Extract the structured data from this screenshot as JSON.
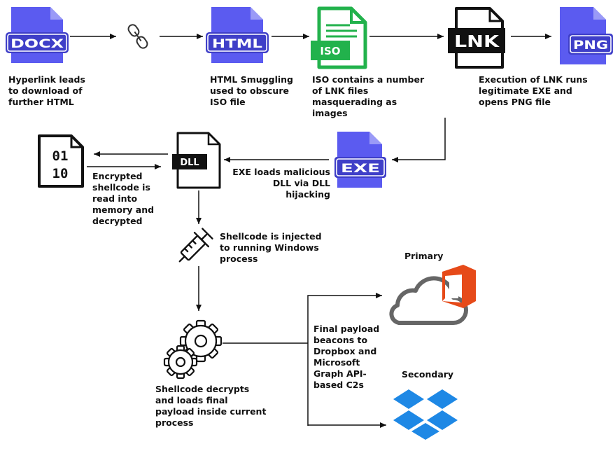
{
  "colors": {
    "file_blue": "#5b5bf0",
    "file_blue_dark": "#3f3fc8",
    "iso_green": "#22b24c",
    "office_red": "#e64a19",
    "dropbox_blue": "#1e88e5",
    "black": "#111111",
    "cloud_gray": "#666666"
  },
  "file_icons": {
    "docx": "DOCX",
    "html": "HTML",
    "iso": "ISO",
    "lnk": "LNK",
    "png": "PNG",
    "exe": "EXE",
    "dll": "DLL",
    "binary_top": "01",
    "binary_bottom": "10"
  },
  "icons": [
    "document-icon",
    "chain-link-icon",
    "binary-file-icon",
    "syringe-icon",
    "gears-icon",
    "cloud-icon",
    "office-logo-icon",
    "dropbox-logo-icon"
  ],
  "captions": {
    "docx": [
      "Hyperlink leads",
      "to download of",
      "further HTML"
    ],
    "html": [
      "HTML Smuggling",
      "used to obscure",
      "ISO file"
    ],
    "iso": [
      "ISO contains a number",
      "of LNK files",
      "masquerading as",
      "images"
    ],
    "lnk": [
      "Execution of LNK runs",
      "legitimate EXE and",
      "opens PNG file"
    ],
    "exe": [
      "EXE loads malicious",
      "DLL via DLL",
      "hijacking"
    ],
    "binary": [
      "Encrypted",
      "shellcode is",
      "read into",
      "memory and",
      "decrypted"
    ],
    "syringe": [
      "Shellcode is injected",
      "to running Windows",
      "process"
    ],
    "gears": [
      "Shellcode decrypts",
      "and loads final",
      "payload inside current",
      "process"
    ],
    "beacon": [
      "Final payload",
      "beacons to",
      "Dropbox and",
      "Microsoft",
      "Graph API-",
      "based C2s"
    ]
  },
  "labels": {
    "primary": "Primary",
    "secondary": "Secondary"
  }
}
